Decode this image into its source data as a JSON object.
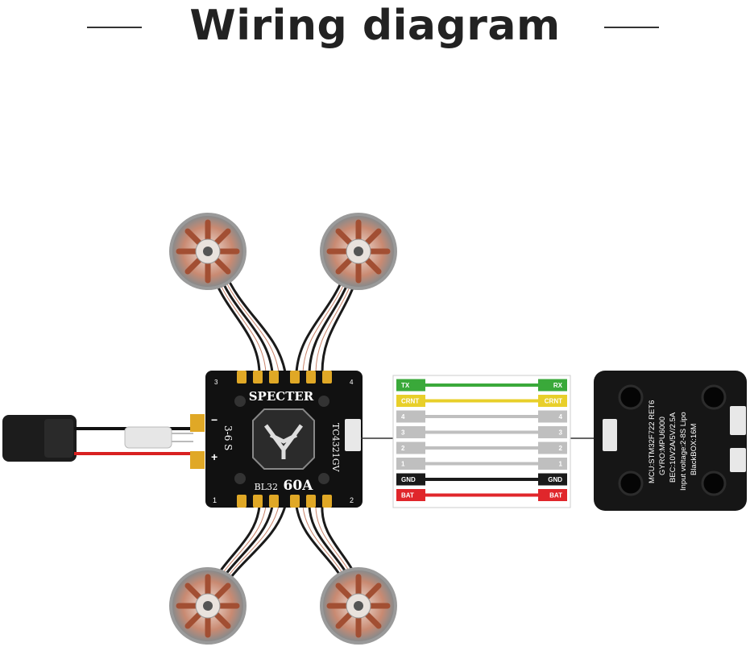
{
  "title": "Wiring diagram",
  "esc": {
    "brand": "SPECTER",
    "model": "TC4321GV",
    "firmware": "BL32",
    "current": "60A",
    "cells": "3-6 S",
    "minus": "−",
    "plus": "+",
    "motor_labels": [
      "3",
      "4",
      "1",
      "2"
    ]
  },
  "harness": [
    {
      "left": "TX",
      "right": "RX",
      "color": "#3aa93a",
      "text_color": "#ffffff"
    },
    {
      "left": "CRNT",
      "right": "CRNT",
      "color": "#e8cf2a",
      "text_color": "#ffffff"
    },
    {
      "left": "4",
      "right": "4",
      "color": "#bfbfbf",
      "text_color": "#ffffff"
    },
    {
      "left": "3",
      "right": "3",
      "color": "#bfbfbf",
      "text_color": "#ffffff"
    },
    {
      "left": "2",
      "right": "2",
      "color": "#bfbfbf",
      "text_color": "#ffffff"
    },
    {
      "left": "1",
      "right": "1",
      "color": "#bfbfbf",
      "text_color": "#ffffff"
    },
    {
      "left": "GND",
      "right": "GND",
      "color": "#1a1a1a",
      "text_color": "#ffffff"
    },
    {
      "left": "BAT",
      "right": "BAT",
      "color": "#e0262b",
      "text_color": "#ffffff"
    }
  ],
  "fc": {
    "specs": [
      "MCU:STM32F722 RET6",
      "GYRO:MPU6000",
      "BEC:10V2A/5V/2.5A",
      "Input voltage:2-8S Lipo",
      "BlackBOX:16M"
    ]
  },
  "colors": {
    "board": "#111111",
    "gold": "#e0a826",
    "motor_copper": "#b9694a",
    "wire_red": "#d82020",
    "wire_black": "#111111"
  }
}
